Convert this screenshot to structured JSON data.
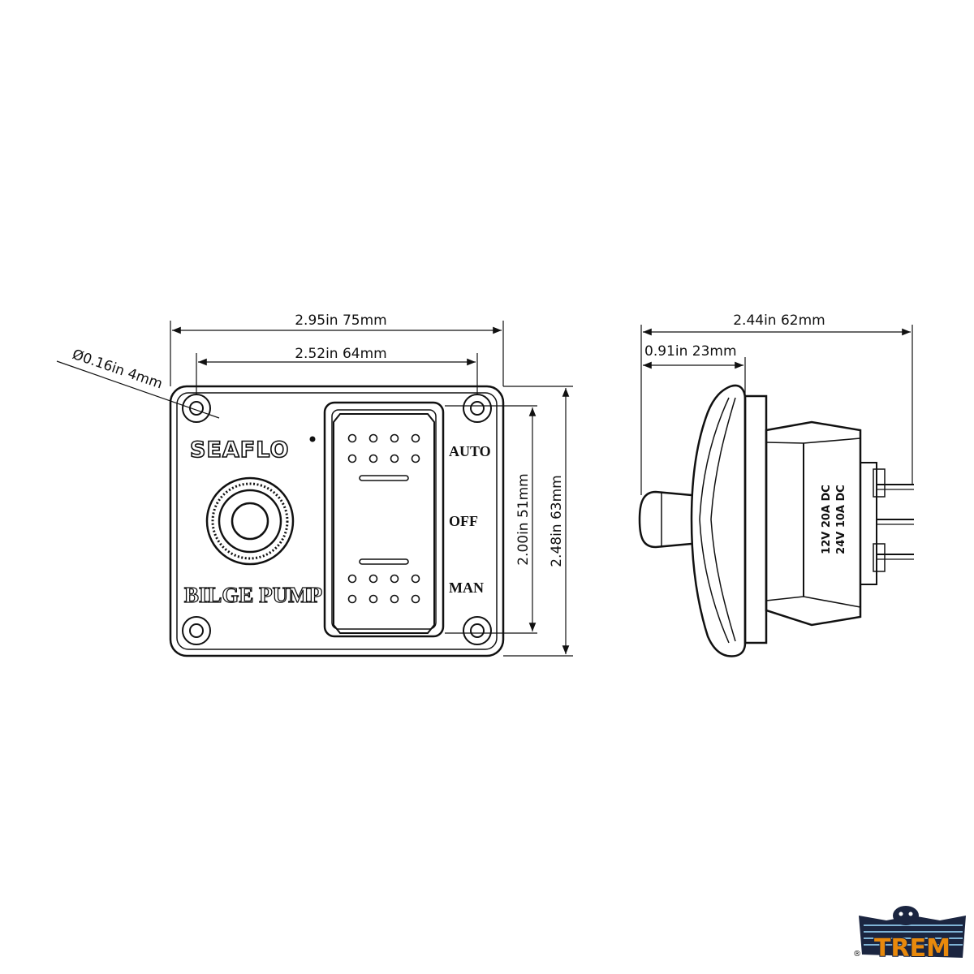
{
  "front_view": {
    "overall_width": "2.95in 75mm",
    "hole_spacing_width": "2.52in 64mm",
    "hole_diameter": "Ø0.16in 4mm",
    "switch_height": "2.00in 51mm",
    "overall_height": "2.48in 63mm",
    "brand": "SEAFLO",
    "panel_label": "BILGE PUMP",
    "positions": {
      "auto": "AUTO",
      "off": "OFF",
      "man": "MAN"
    }
  },
  "side_view": {
    "overall_depth": "2.44in 62mm",
    "bezel_depth": "0.91in 23mm",
    "rating_line_1": "12V 20A DC",
    "rating_line_2": "24V 10A DC"
  },
  "watermark": {
    "brand": "TREM",
    "registered": "®",
    "accent_color": "#e8890c"
  }
}
